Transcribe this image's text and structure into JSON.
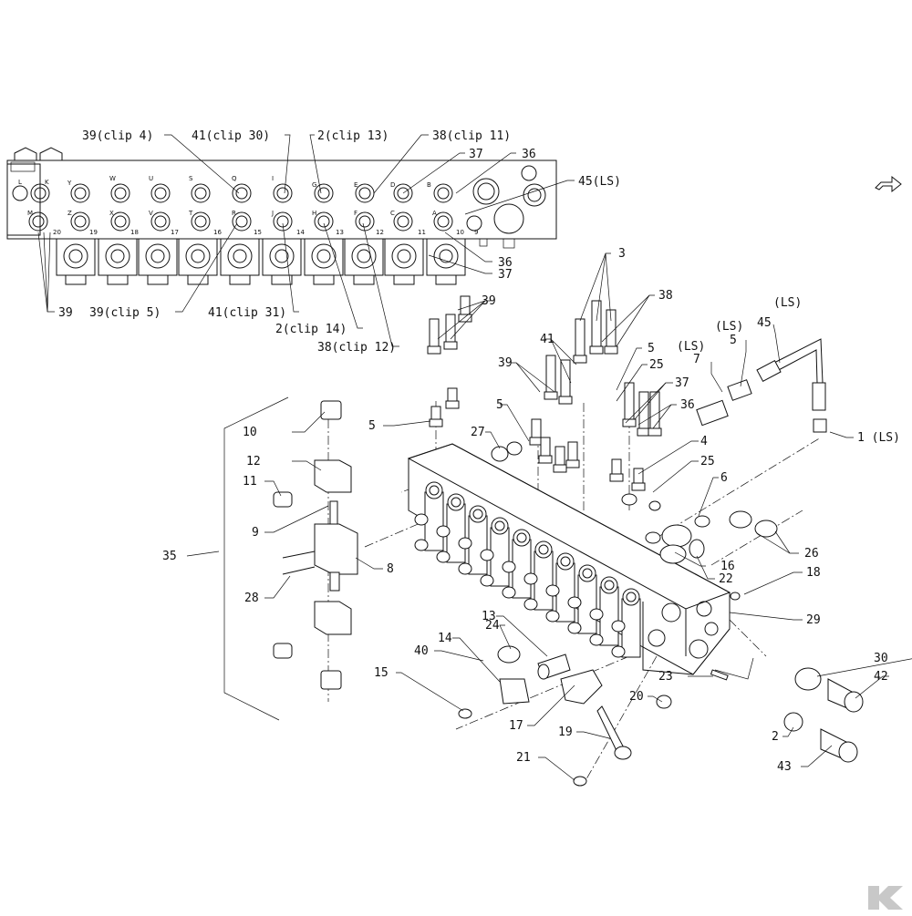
{
  "diagram": {
    "top_view": {
      "callouts_top": [
        "39(clip 4)",
        "41(clip 30)",
        "2(clip 13)",
        "38(clip 11)",
        "37",
        "36",
        "45(LS)"
      ],
      "callouts_bottom": [
        "39",
        "39(clip 5)",
        "41(clip 31)",
        "2(clip 14)",
        "38(clip 12)"
      ],
      "callouts_right": [
        "36",
        "37"
      ],
      "port_letters_row1": [
        "L",
        "K",
        "Y",
        "W",
        "U",
        "S",
        "Q",
        "I",
        "G",
        "E",
        "D",
        "B"
      ],
      "port_letters_row2": [
        "M",
        "Z",
        "X",
        "V",
        "T",
        "R",
        "J",
        "H",
        "F",
        "C",
        "A"
      ],
      "coil_numbers": [
        "20",
        "19",
        "18",
        "17",
        "16",
        "15",
        "14",
        "13",
        "12",
        "11",
        "10",
        "9"
      ]
    },
    "exploded_callouts": {
      "c3": "3",
      "c39": "39",
      "c38": "38",
      "c41": "41",
      "c5a": "5",
      "c39b": "39",
      "c25a": "25",
      "c37": "37",
      "c36": "36",
      "c7": "7",
      "c5b": "5",
      "c45": "45",
      "c5c": "5",
      "c27": "27",
      "c1": "1 (LS)",
      "c4": "4",
      "c25b": "25",
      "c6": "6",
      "c26": "26",
      "c16": "16",
      "c22": "22",
      "c18": "18",
      "c29": "29",
      "c10": "10",
      "c12": "12",
      "c11": "11",
      "c9": "9",
      "c35": "35",
      "c8": "8",
      "c28": "28",
      "c13": "13",
      "c24": "24",
      "c14": "14",
      "c40": "40",
      "c15": "15",
      "c17": "17",
      "c19": "19",
      "c20": "20",
      "c23": "23",
      "c21": "21",
      "c30": "30",
      "c42": "42",
      "c2": "2",
      "c43": "43",
      "c5d": "5"
    },
    "ls_labels": [
      "(LS)",
      "(LS)",
      "(LS)"
    ],
    "colors": {
      "ink": "#111111",
      "logo": "#c8c8c8"
    }
  }
}
